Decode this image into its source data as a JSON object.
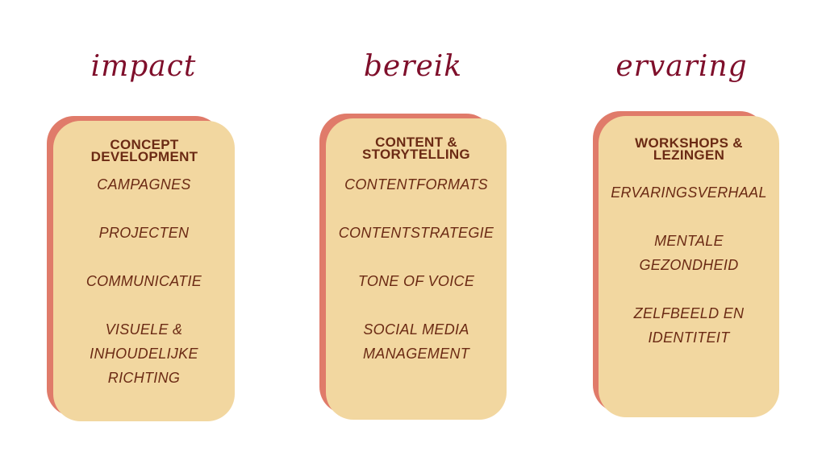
{
  "columns": [
    {
      "title": "impact",
      "heading": "CONCEPT DEVELOPMENT",
      "items": [
        "CAMPAGNES",
        "PROJECTEN",
        "COMMUNICATIE",
        "VISUELE & INHOUDELIJKE RICHTING"
      ]
    },
    {
      "title": "bereik",
      "heading": "CONTENT & STORYTELLING",
      "items": [
        "CONTENTFORMATS",
        "CONTENTSTRATEGIE",
        "TONE OF VOICE",
        "SOCIAL MEDIA MANAGEMENT"
      ]
    },
    {
      "title": "ervaring",
      "heading": "WORKSHOPS & LEZINGEN",
      "items": [
        "ERVARINGSVERHAAL",
        "MENTALE GEZONDHEID",
        "ZELFBEELD EN IDENTITEIT"
      ]
    }
  ],
  "colors": {
    "title": "#7f0f2b",
    "card": "#f2d7a0",
    "card_shadow": "#e07b6a",
    "text": "#6b2a14"
  }
}
